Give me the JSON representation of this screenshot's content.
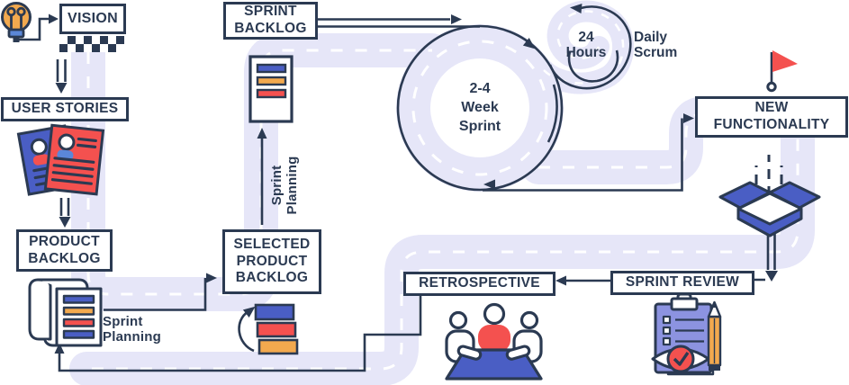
{
  "diagram_title": "Scrum process road diagram",
  "colors": {
    "navy_outline": "#2B3A52",
    "blue": "#4A5EC4",
    "red": "#F4514F",
    "orange": "#F2A94E",
    "road_lavender": "#E6E6F8",
    "clipboard_periwinkle": "#8C93E0",
    "bulb_base_blue": "#5B87D8",
    "white": "#FFFFFF"
  },
  "boxes": {
    "vision": "VISION",
    "user_stories": "USER STORIES",
    "product_backlog": "PRODUCT\nBACKLOG",
    "sprint_backlog": "SPRINT\nBACKLOG",
    "selected_product_backlog": "SELECTED\nPRODUCT\nBACKLOG",
    "new_functionality": "NEW\nFUNCTIONALITY",
    "sprint_review": "SPRINT REVIEW",
    "retrospective": "RETROSPECTIVE"
  },
  "labels": {
    "sprint_planning_bottom": "Sprint Planning",
    "sprint_planning_vertical": "Sprint Planning",
    "sprint_duration": "2-4\nWeek\nSprint",
    "daily_cycle": "24\nHours",
    "daily_scrum": "Daily\nScrum"
  },
  "icons": {
    "lightbulb": "idea-lightbulb-icon",
    "start_flag": "checkered-start-strip",
    "user_story_cards": "two-persona-cards-icon",
    "product_backlog_scroll": "striped-scroll-document-icon",
    "priority_cards": "three-priority-bars-with-cycle-arrow",
    "sprint_backlog_card": "striped-card-icon",
    "sprint_loop": "circular-road-loop",
    "daily_scrum_loop": "spiral-road-loop",
    "finish_flag": "red-pennant-flag-icon",
    "shipped_box": "open-shipping-box-icon",
    "retrospective_meeting": "three-people-at-table-icon",
    "sprint_review_clipboard": "clipboard-eye-check-pencil-icon"
  }
}
